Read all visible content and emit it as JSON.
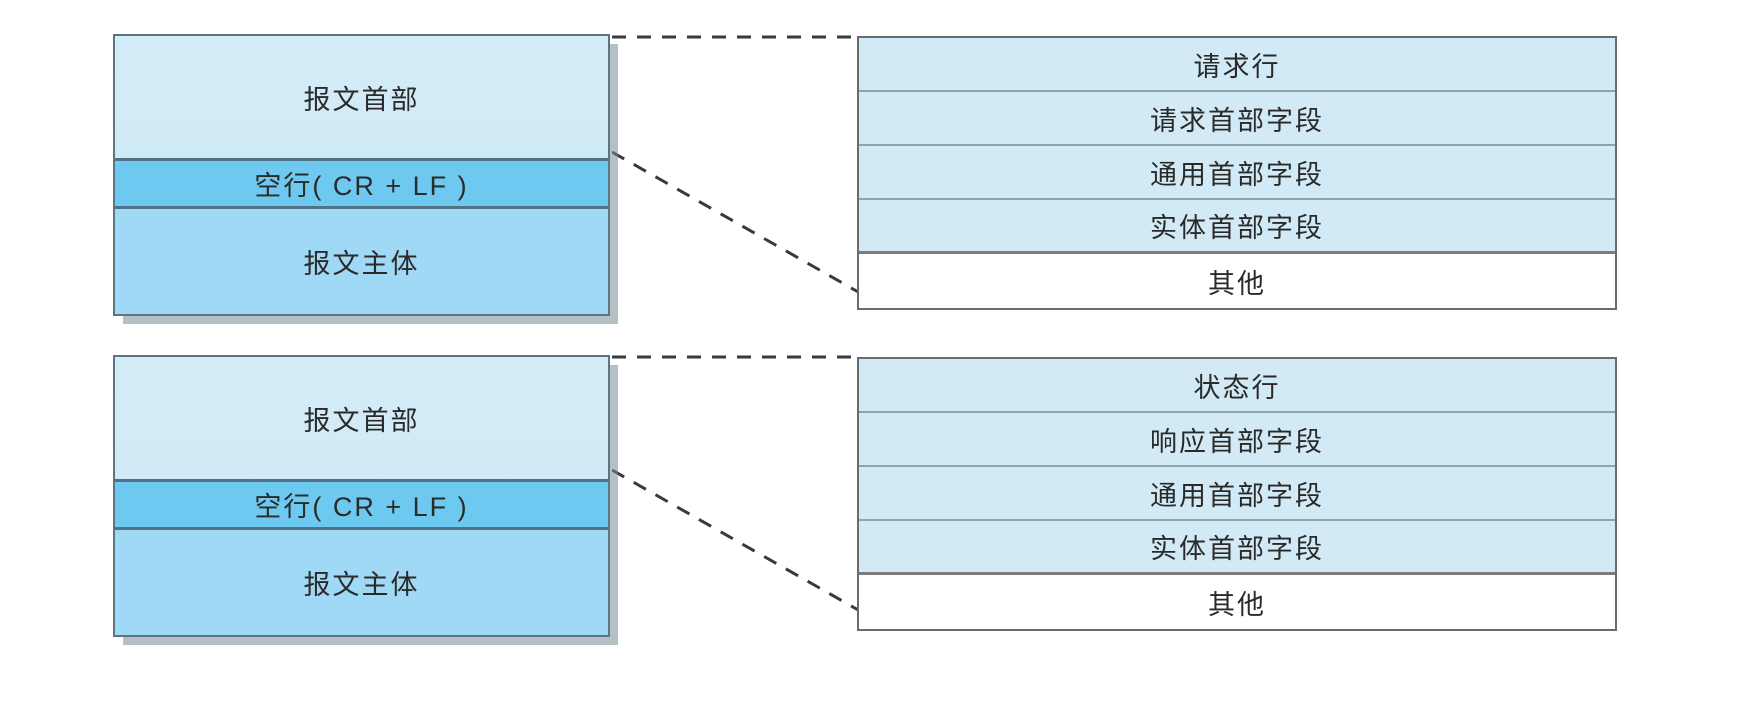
{
  "diagram": {
    "type": "diagram",
    "title": "HTTP message structure (request and response)",
    "colors": {
      "header_fill": "#d2ebf7",
      "blank_line_fill": "#6dc9ef",
      "body_fill": "#9fd9f5",
      "table_row_fill": "#d2eaf6",
      "table_last_row_fill": "#ffffff",
      "box_border": "#5b7585",
      "table_border": "#6b6b6b",
      "connector": "#3a3a3a",
      "text": "#2a2a2a"
    },
    "groups": [
      {
        "name": "request",
        "message_box": {
          "segments": [
            {
              "label": "报文首部",
              "kind": "header"
            },
            {
              "label": "空行( CR + LF )",
              "kind": "blank-line"
            },
            {
              "label": "报文主体",
              "kind": "body"
            }
          ]
        },
        "field_table": {
          "rows": [
            {
              "label": "请求行",
              "style": "tinted"
            },
            {
              "label": "请求首部字段",
              "style": "tinted"
            },
            {
              "label": "通用首部字段",
              "style": "tinted"
            },
            {
              "label": "实体首部字段",
              "style": "tinted"
            },
            {
              "label": "其他",
              "style": "plain"
            }
          ]
        }
      },
      {
        "name": "response",
        "message_box": {
          "segments": [
            {
              "label": "报文首部",
              "kind": "header"
            },
            {
              "label": "空行( CR + LF )",
              "kind": "blank-line"
            },
            {
              "label": "报文主体",
              "kind": "body"
            }
          ]
        },
        "field_table": {
          "rows": [
            {
              "label": "状态行",
              "style": "tinted"
            },
            {
              "label": "响应首部字段",
              "style": "tinted"
            },
            {
              "label": "通用首部字段",
              "style": "tinted"
            },
            {
              "label": "实体首部字段",
              "style": "tinted"
            },
            {
              "label": "其他",
              "style": "plain"
            }
          ]
        }
      }
    ]
  }
}
